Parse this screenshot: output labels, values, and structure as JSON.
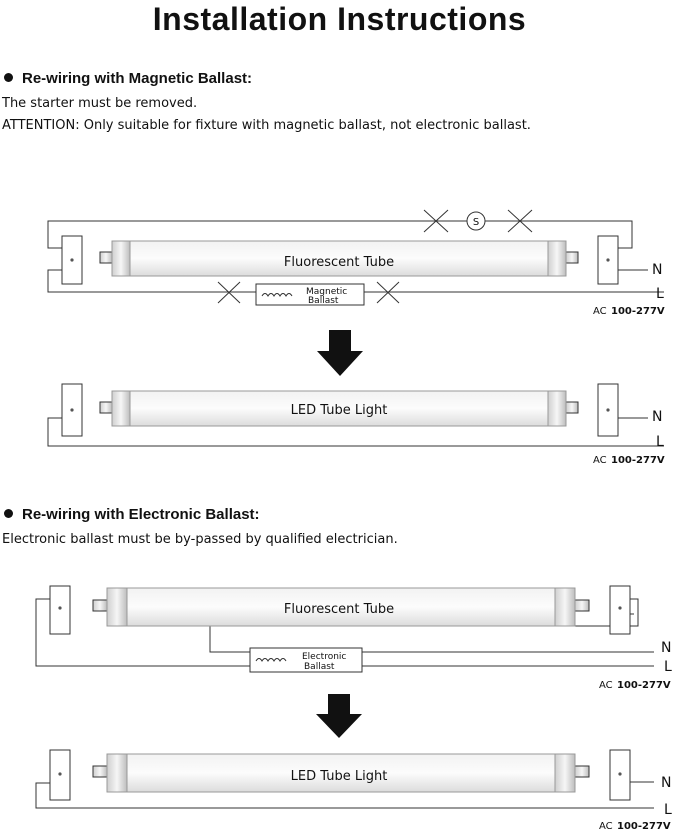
{
  "title": "Installation Instructions",
  "section_magnetic": {
    "heading": "Re-wiring with Magnetic Ballast:",
    "line1": "The starter must be removed.",
    "line2": "ATTENTION: Only suitable for fixture with magnetic ballast, not electronic ballast.",
    "before": {
      "tube_label": "Fluorescent Tube",
      "starter_symbol": "S",
      "ballast_line1": "Magnetic",
      "ballast_line2": "Ballast",
      "neutral": "N",
      "live": "L",
      "voltage_prefix": "AC",
      "voltage_value": "100-277V"
    },
    "after": {
      "tube_label": "LED Tube Light",
      "neutral": "N",
      "live": "L",
      "voltage_prefix": "AC",
      "voltage_value": "100-277V"
    }
  },
  "section_electronic": {
    "heading": "Re-wiring with Electronic Ballast:",
    "line1": "Electronic ballast must be by-passed by qualified electrician.",
    "before": {
      "tube_label": "Fluorescent Tube",
      "ballast_line1": "Electronic",
      "ballast_line2": "Ballast",
      "neutral": "N",
      "live": "L",
      "voltage_prefix": "AC",
      "voltage_value": "100-277V"
    },
    "after": {
      "tube_label": "LED Tube Light",
      "neutral": "N",
      "live": "L",
      "voltage_prefix": "AC",
      "voltage_value": "100-277V"
    }
  },
  "icons": {
    "arrow": "down-arrow-icon",
    "cross": "x-mark-icon",
    "starter": "starter-icon",
    "ballast": "ballast-coil-icon",
    "socket": "lamp-holder-icon"
  }
}
